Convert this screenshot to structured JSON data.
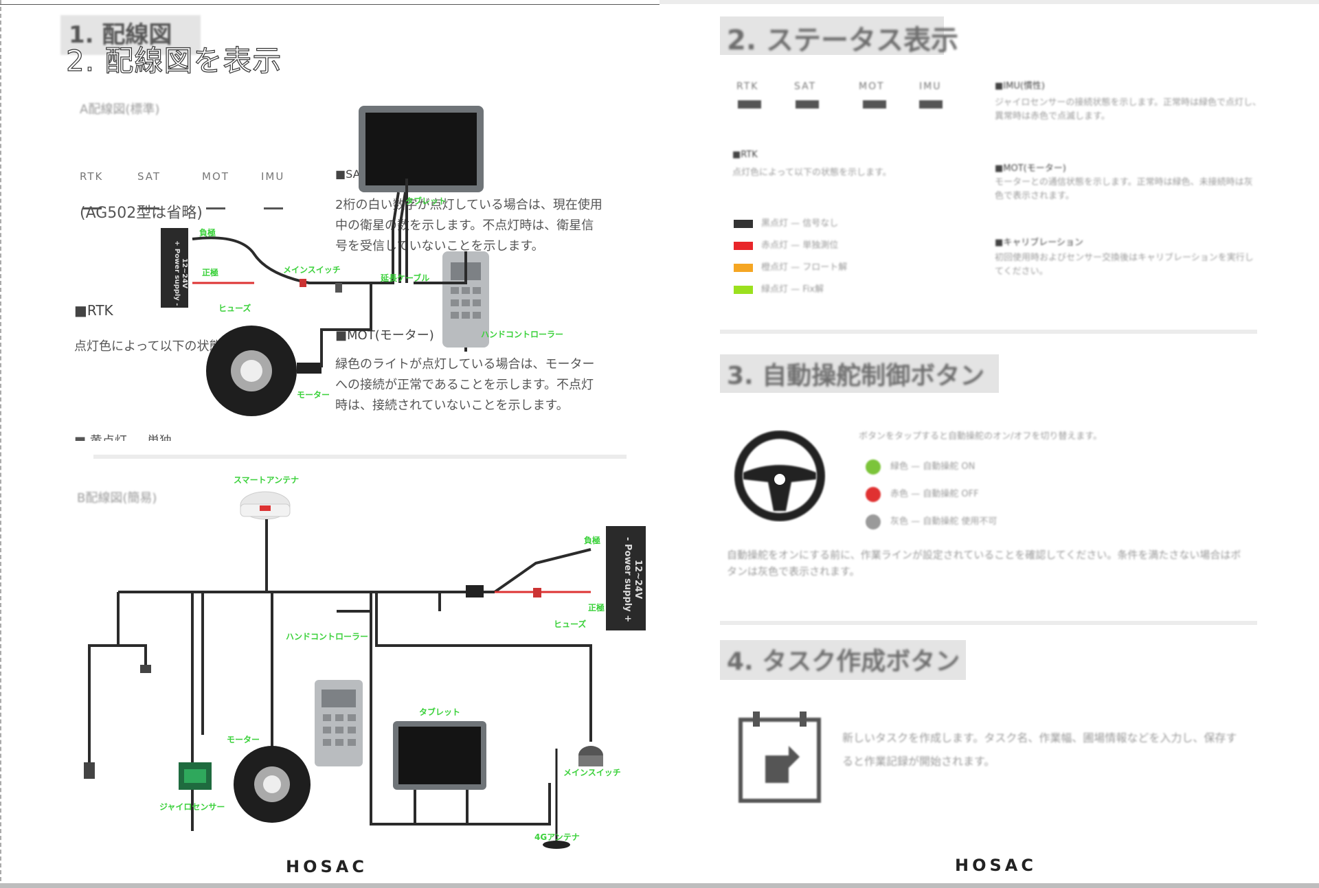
{
  "left": {
    "section_title": "1. 配線図",
    "overlay_title": "2. 配線図を表示",
    "config_a_label": "A配線図(標準)",
    "status_cols": [
      "RTK",
      "SAT",
      "MOT",
      "IMU"
    ],
    "model_text": "(AG502型は省略)",
    "sat_heading": "■SAT(衛星)",
    "sat_body": "2桁の白い数字が点灯している場合は、現在使用中の衛星の数を示します。不点灯時は、衛星信号を受信していないことを示します。",
    "rtk_heading": "■RTK",
    "rtk_body": "点灯色によって以下の状態を示します。",
    "mot_heading": "■MOT(モーター)",
    "mot_body": "緑色のライトが点灯している場合は、モーターへの接続が正常であることを示します。不点灯時は、接続されていないことを示します。",
    "bottom_cut": "■ 黄点灯 — 単独",
    "config_b_label": "B配線図(簡易)",
    "brand": "HOSAC",
    "diagram1": {
      "power_supply": "12~24V\n+ Power supply -",
      "neg": "負極",
      "pos": "正極",
      "fuse": "ヒューズ",
      "main_switch": "メインスイッチ",
      "tablet": "タブレット",
      "extension_cable": "延長ケーブル",
      "hand_controller": "ハンドコントローラー",
      "motor": "モーター"
    },
    "diagram2": {
      "smart_antenna": "スマートアンテナ",
      "neg": "負極",
      "pos": "正極",
      "fuse": "ヒューズ",
      "power_supply": "12~24V\n- Power supply +",
      "hand_controller": "ハンドコントローラー",
      "motor": "モーター",
      "gyro": "ジャイロセンサー",
      "tablet": "タブレット",
      "main_switch": "メインスイッチ",
      "antenna_4g": "4Gアンテナ"
    }
  },
  "right": {
    "sec2_title": "2. ステータス表示",
    "status_cols": [
      "RTK",
      "SAT",
      "MOT",
      "IMU"
    ],
    "imu_heading": "■IMU(慣性)",
    "imu_body": "ジャイロセンサーの接続状態を示します。正常時は緑色で点灯し、異常時は赤色で点滅します。",
    "rtk_heading": "■RTK",
    "rtk_body": "点灯色によって以下の状態を示します。",
    "legend": [
      {
        "color": "#333333",
        "label": "黒点灯 — 信号なし"
      },
      {
        "color": "#e8262a",
        "label": "赤点灯 — 単独測位"
      },
      {
        "color": "#f5a623",
        "label": "橙点灯 — フロート解"
      },
      {
        "color": "#9be01e",
        "label": "緑点灯 — Fix解"
      }
    ],
    "mot_heading": "■MOT(モーター)",
    "mot_body": "モーターとの通信状態を示します。正常時は緑色、未接続時は灰色で表示されます。",
    "cal_heading": "■キャリブレーション",
    "cal_body": "初回使用時およびセンサー交換後はキャリブレーションを実行してください。",
    "sec3_title": "3. 自動操舵制御ボタン",
    "sec3_intro": "ボタンをタップすると自動操舵のオン/オフを切り替えます。",
    "sec3_states": [
      {
        "color": "#7cc43a",
        "label": "緑色 — 自動操舵 ON"
      },
      {
        "color": "#e03131",
        "label": "赤色 — 自動操舵 OFF"
      },
      {
        "color": "#9a9a9a",
        "label": "灰色 — 自動操舵 使用不可"
      }
    ],
    "sec3_body": "自動操舵をオンにする前に、作業ラインが設定されていることを確認してください。条件を満たさない場合はボタンは灰色で表示されます。",
    "sec4_title": "4. タスク作成ボタン",
    "sec4_body": "新しいタスクを作成します。タスク名、作業幅、圃場情報などを入力し、保存すると作業記録が開始されます。",
    "brand": "HOSAC"
  }
}
